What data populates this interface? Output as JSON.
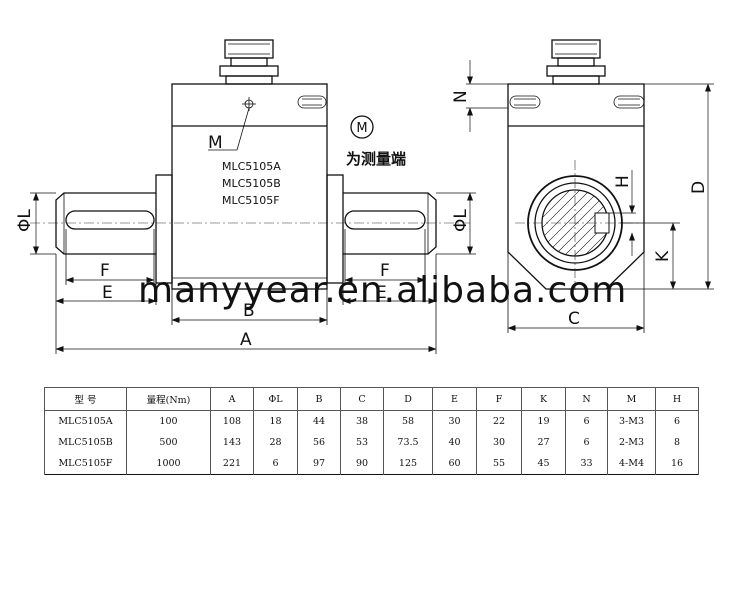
{
  "drawing": {
    "models": [
      "MLC5105A",
      "MLC5105B",
      "MLC5105F"
    ],
    "measure_end_note": "为测量端",
    "measure_mark": "M",
    "callout_m": "M",
    "dimension_labels": {
      "A": "A",
      "B": "B",
      "E_left": "E",
      "E_right": "E",
      "F_left": "F",
      "F_right": "F",
      "phiL_left": "ΦL",
      "phiL_right": "ΦL",
      "C": "C",
      "D": "D",
      "H": "H",
      "K": "K",
      "N": "N"
    },
    "watermark": "manyyear.en.alibaba.com"
  },
  "table": {
    "headers": [
      "型 号",
      "量程(Nm)",
      "A",
      "ΦL",
      "B",
      "C",
      "D",
      "E",
      "F",
      "K",
      "N",
      "M",
      "H"
    ],
    "rows": [
      [
        "MLC5105A",
        "100",
        "108",
        "18",
        "44",
        "38",
        "58",
        "30",
        "22",
        "19",
        "6",
        "3-M3",
        "6"
      ],
      [
        "MLC5105B",
        "500",
        "143",
        "28",
        "56",
        "53",
        "73.5",
        "40",
        "30",
        "27",
        "6",
        "2-M3",
        "8"
      ],
      [
        "MLC5105F",
        "1000",
        "221",
        "6",
        "97",
        "90",
        "125",
        "60",
        "55",
        "45",
        "33",
        "4-M4",
        "16"
      ]
    ]
  }
}
